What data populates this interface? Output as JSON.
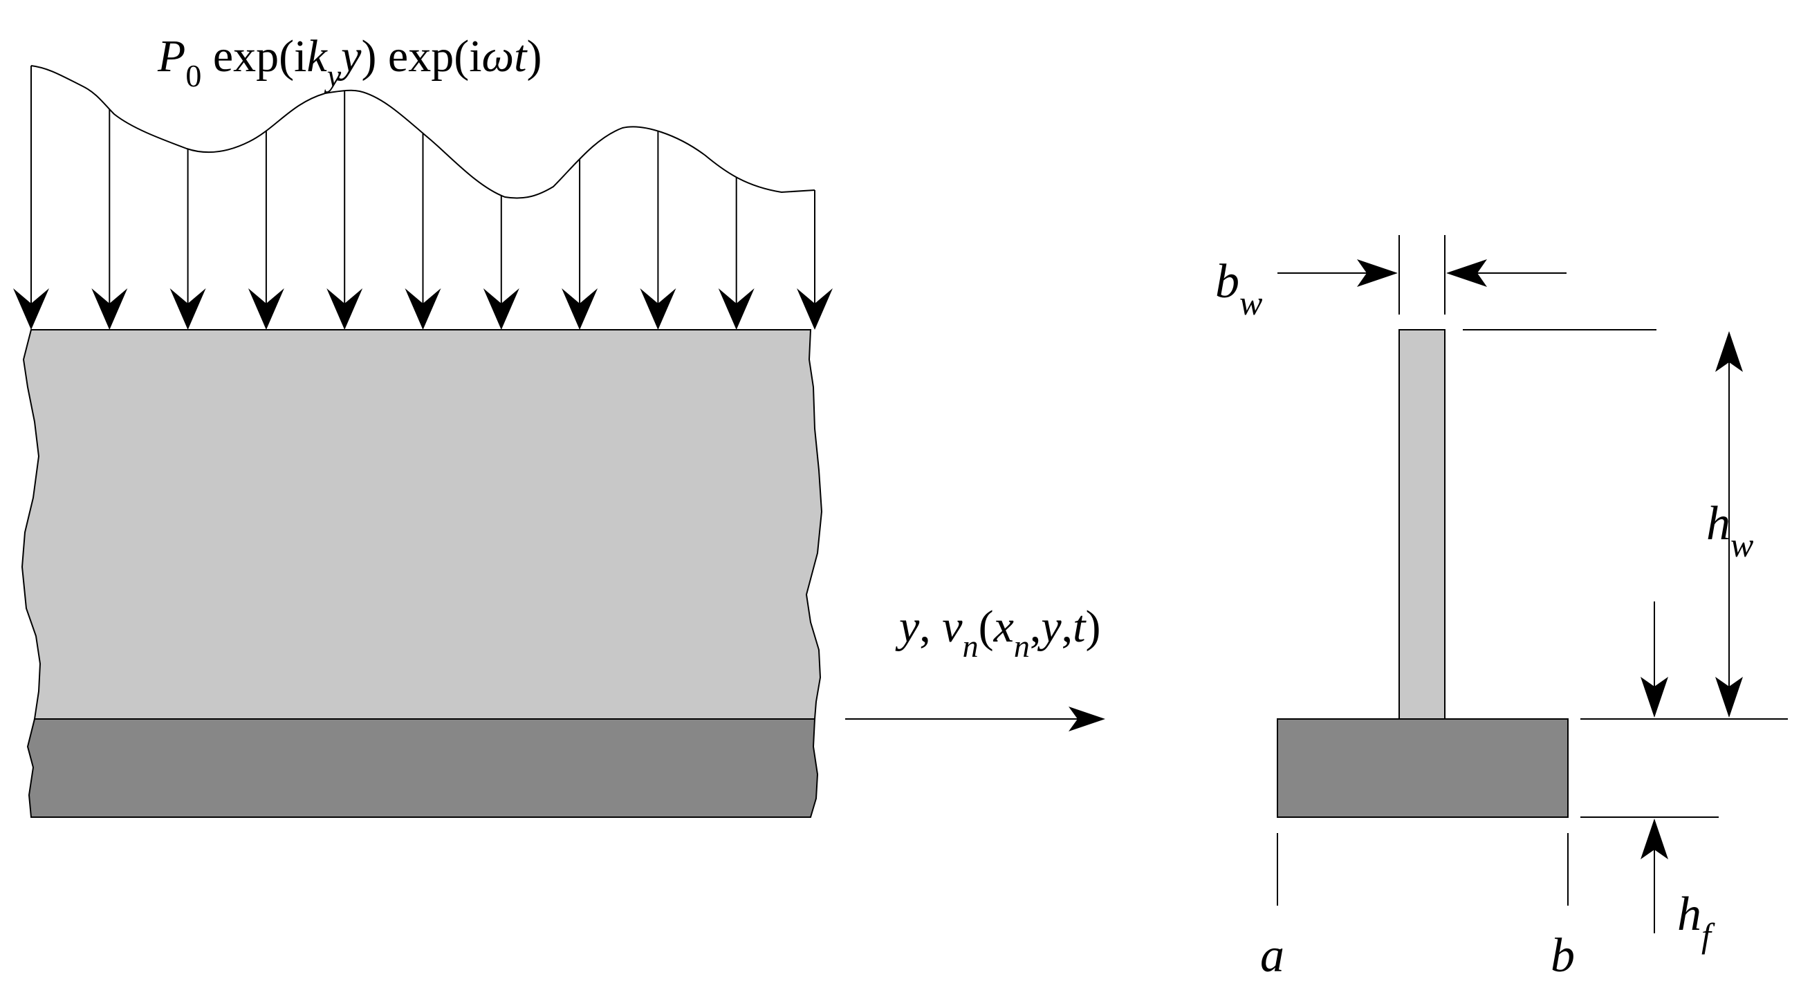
{
  "load_label": {
    "P": "P",
    "P_sub": "0",
    "exp1_open": " exp(i",
    "k": "k",
    "k_sub": "y",
    "y": "y",
    "exp1_close": ") exp(i",
    "omega": "ω",
    "t": "t",
    "close": ")"
  },
  "axis_label": {
    "y": "y",
    "comma1": ", ",
    "v": "v",
    "v_sub": "n",
    "open": "(",
    "x": "x",
    "x_sub": "n",
    "comma2": ",",
    "y2": "y",
    "comma3": ",",
    "t": "t",
    "close": ")"
  },
  "section_labels": {
    "bw": "b",
    "bw_sub": "w",
    "hw": "h",
    "hw_sub": "w",
    "hf": "h",
    "hf_sub": "f",
    "a": "a",
    "b": "b"
  },
  "colors": {
    "plate": "#c8c8c8",
    "flange": "#878787",
    "line": "#000000"
  }
}
